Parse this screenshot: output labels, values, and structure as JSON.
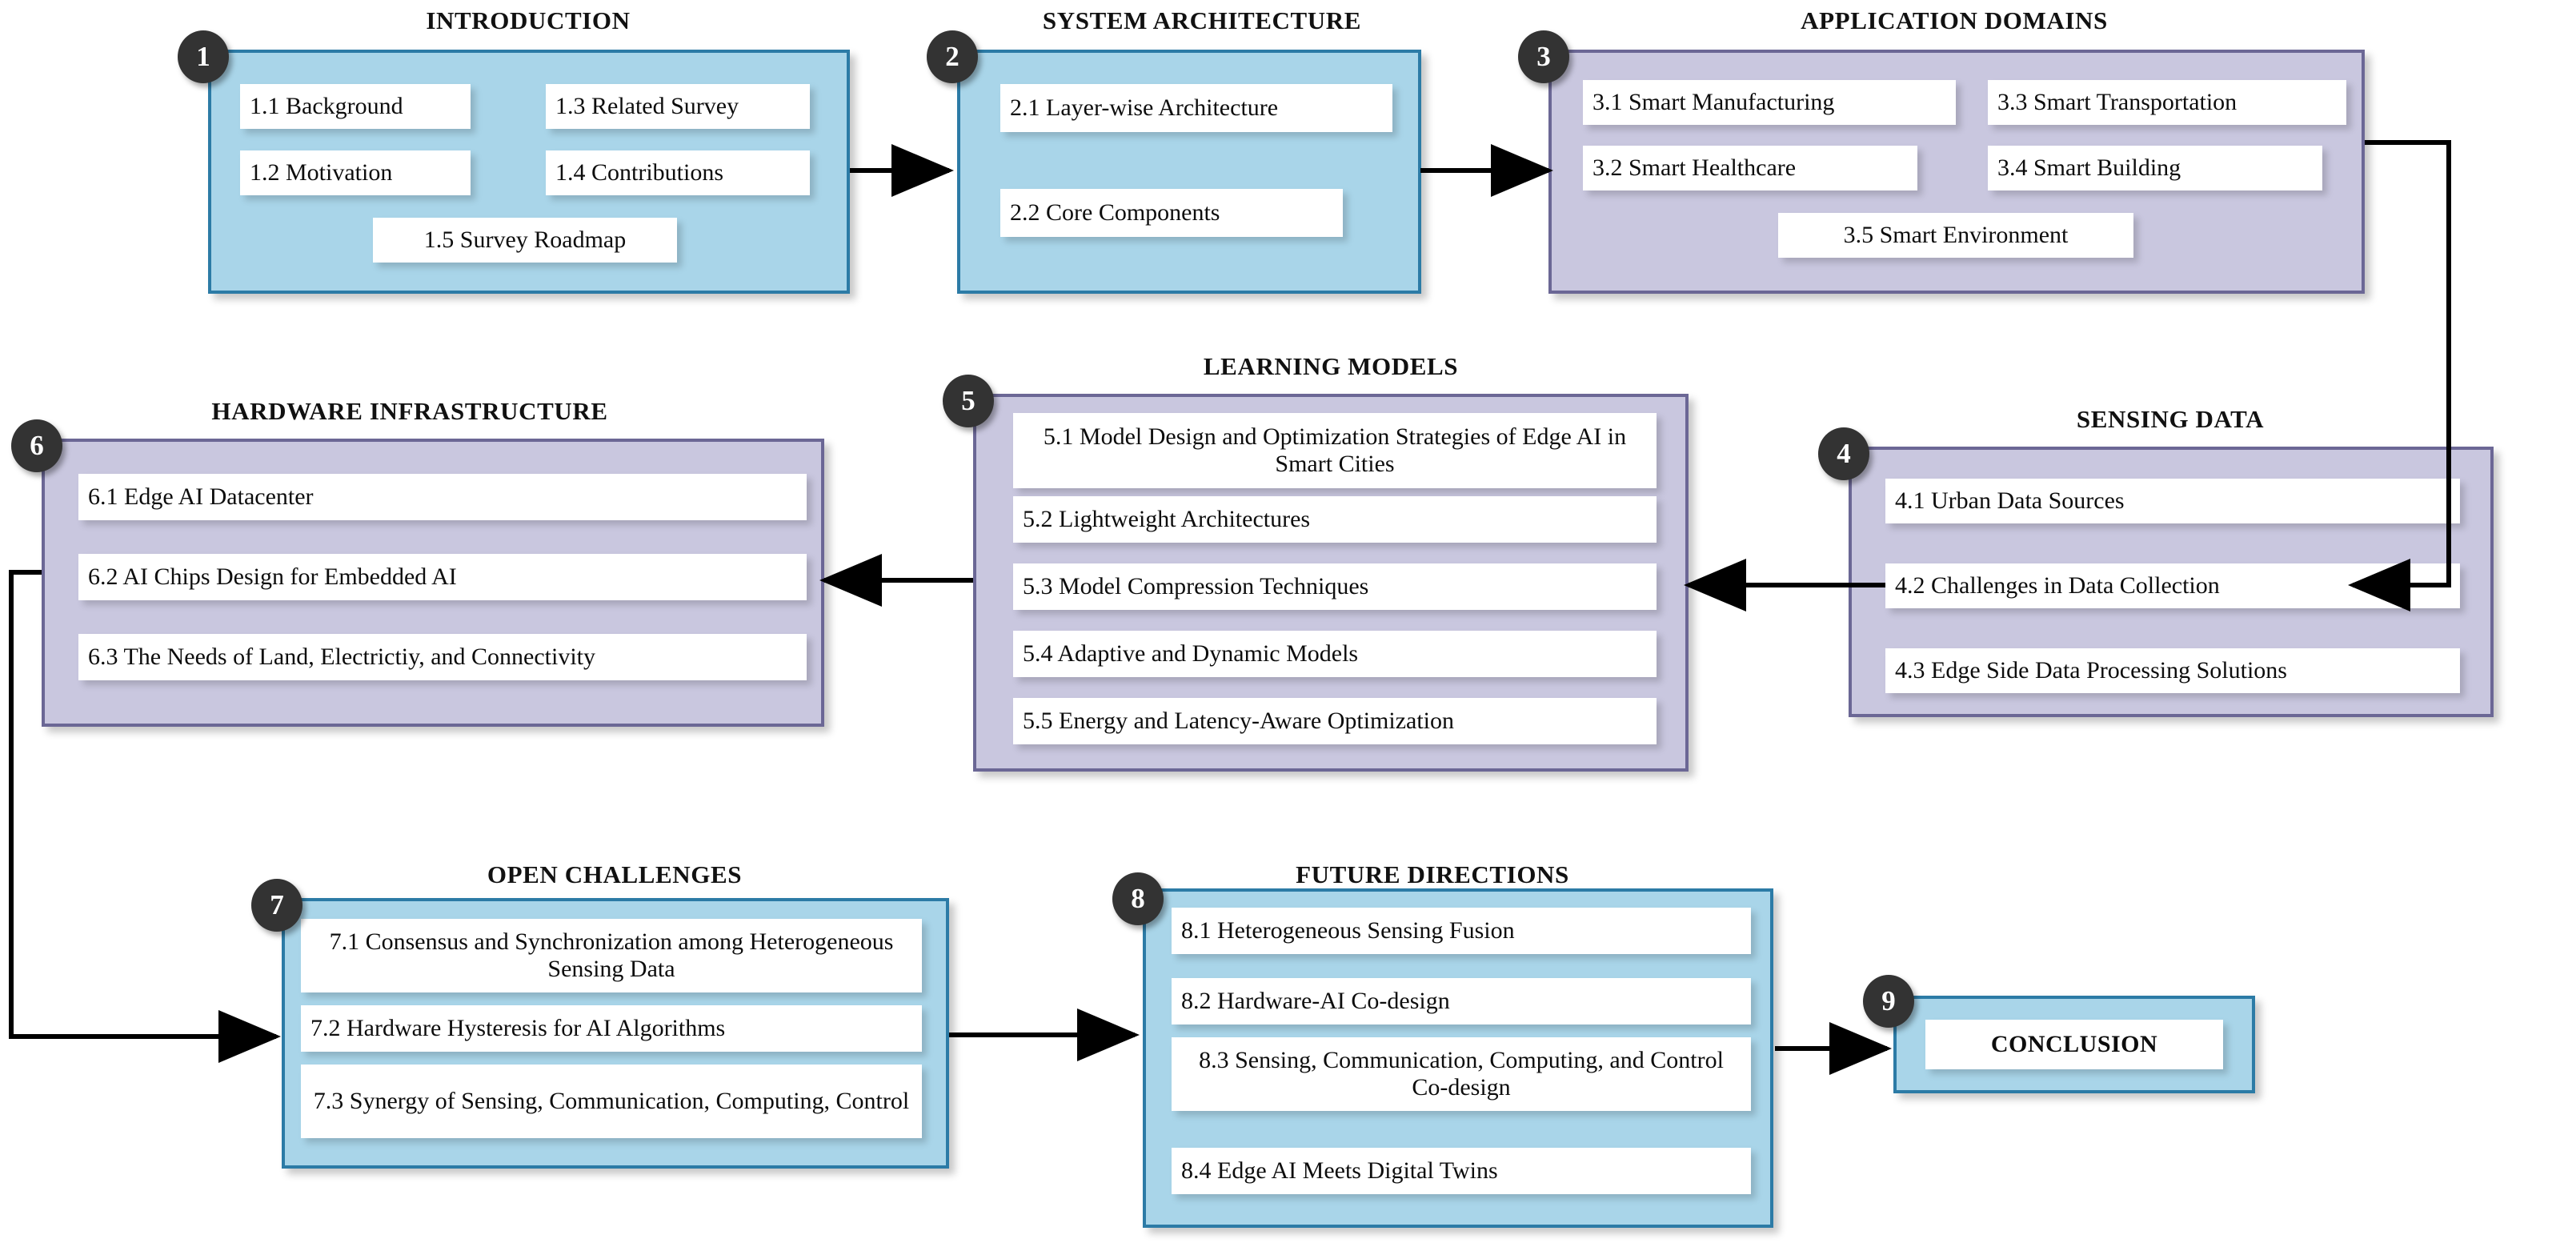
{
  "diagram": {
    "title": "Survey Organization Flow Diagram",
    "colors": {
      "blue_fill": "#a9d5e9",
      "blue_border": "#2c7ba6",
      "purple_fill": "#c9c7df",
      "purple_border": "#6b6795",
      "badge_fill": "#333333",
      "chip_fill": "#ffffff",
      "arrow": "#000000",
      "background": "#ffffff"
    }
  },
  "sections": [
    {
      "number": "1",
      "title": "INTRODUCTION",
      "theme": "blue",
      "items": [
        "1.1 Background",
        "1.2 Motivation",
        "1.3 Related Survey",
        "1.4 Contributions",
        "1.5 Survey Roadmap"
      ]
    },
    {
      "number": "2",
      "title": "SYSTEM ARCHITECTURE",
      "theme": "blue",
      "items": [
        "2.1 Layer-wise Architecture",
        "2.2 Core Components"
      ]
    },
    {
      "number": "3",
      "title": "APPLICATION DOMAINS",
      "theme": "purple",
      "items": [
        "3.1 Smart Manufacturing",
        "3.2 Smart Healthcare",
        "3.3 Smart Transportation",
        "3.4 Smart Building",
        "3.5 Smart Environment"
      ]
    },
    {
      "number": "4",
      "title": "SENSING DATA",
      "theme": "purple",
      "items": [
        "4.1 Urban Data Sources",
        "4.2 Challenges in Data Collection",
        "4.3 Edge Side Data Processing Solutions"
      ]
    },
    {
      "number": "5",
      "title": "LEARNING MODELS",
      "theme": "purple",
      "items": [
        "5.1 Model Design and Optimization Strategies of Edge AI in Smart Cities",
        "5.2 Lightweight Architectures",
        "5.3 Model Compression Techniques",
        "5.4 Adaptive and Dynamic Models",
        "5.5 Energy and Latency-Aware Optimization"
      ]
    },
    {
      "number": "6",
      "title": "HARDWARE INFRASTRUCTURE",
      "theme": "purple",
      "items": [
        "6.1 Edge AI Datacenter",
        "6.2 AI Chips Design for Embedded AI",
        "6.3 The Needs of Land, Electrictiy, and Connectivity"
      ]
    },
    {
      "number": "7",
      "title": "OPEN CHALLENGES",
      "theme": "blue",
      "items": [
        "7.1 Consensus and Synchronization among Heterogeneous Sensing Data",
        "7.2 Hardware Hysteresis for AI Algorithms",
        "7.3 Synergy of Sensing, Communication, Computing, Control"
      ]
    },
    {
      "number": "8",
      "title": "FUTURE DIRECTIONS",
      "theme": "blue",
      "items": [
        "8.1 Heterogeneous Sensing Fusion",
        "8.2 Hardware-AI Co-design",
        "8.3 Sensing, Communication, Computing, and Control Co-design",
        "8.4 Edge AI Meets Digital Twins"
      ]
    },
    {
      "number": "9",
      "title": "",
      "theme": "blue",
      "items": [
        "CONCLUSION"
      ]
    }
  ],
  "flow": [
    {
      "from": "1",
      "to": "2"
    },
    {
      "from": "2",
      "to": "3"
    },
    {
      "from": "3",
      "to": "4"
    },
    {
      "from": "4",
      "to": "5"
    },
    {
      "from": "5",
      "to": "6"
    },
    {
      "from": "6",
      "to": "7"
    },
    {
      "from": "7",
      "to": "8"
    },
    {
      "from": "8",
      "to": "9"
    }
  ]
}
